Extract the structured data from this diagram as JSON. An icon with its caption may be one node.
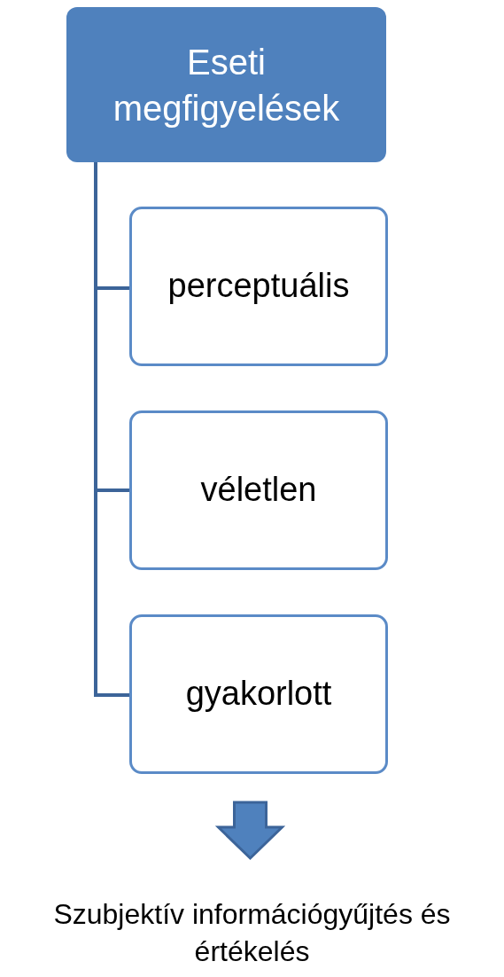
{
  "diagram": {
    "nodes": [
      {
        "text": [
          "Eseti megfigyelések"
        ]
      },
      {
        "text": [
          "perceptuális"
        ]
      },
      {
        "text": [
          "véletlen"
        ]
      },
      {
        "text": [
          "gyakorlott"
        ]
      },
      {
        "text": [
          "Szubjektív információgyűjtés és értékelés"
        ]
      }
    ],
    "edges": [
      {
        "from": 0,
        "to": 1,
        "arrow": "none"
      },
      {
        "from": 0,
        "to": 2,
        "arrow": "none"
      },
      {
        "from": 0,
        "to": 3,
        "arrow": "none"
      },
      {
        "from": 3,
        "to": 4,
        "arrow": "to",
        "style": "thick"
      }
    ]
  }
}
